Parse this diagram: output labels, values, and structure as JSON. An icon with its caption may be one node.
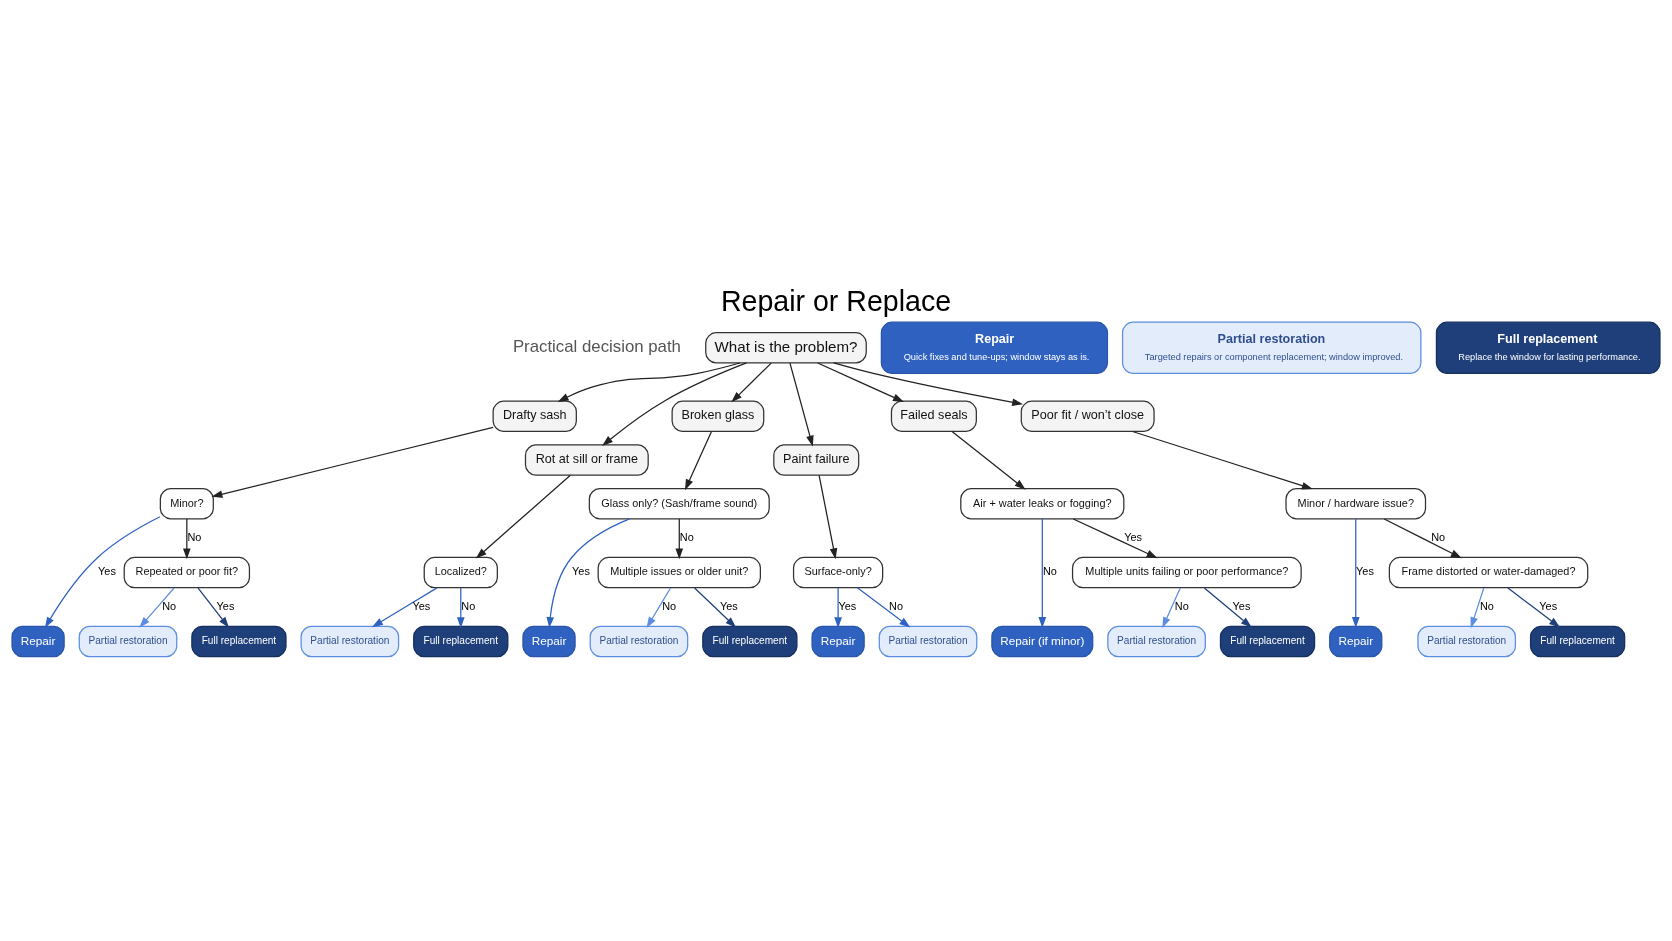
{
  "diagram": {
    "title": "Repair or Replace",
    "nodes": [
      {
        "text": [
          "What is the problem?"
        ]
      },
      {
        "text": [
          "Drafty sash"
        ]
      },
      {
        "text": [
          "Rot at sill or frame"
        ]
      },
      {
        "text": [
          "Broken glass"
        ]
      },
      {
        "text": [
          "Paint failure"
        ]
      },
      {
        "text": [
          "Failed seals"
        ]
      },
      {
        "text": [
          "Poor fit / won’t close"
        ]
      },
      {
        "text": [
          "Minor?"
        ]
      },
      {
        "text": [
          "Repair"
        ]
      },
      {
        "text": [
          "Repeated or poor fit?"
        ]
      },
      {
        "text": [
          "Partial restoration"
        ]
      },
      {
        "text": [
          "Full replacement"
        ]
      },
      {
        "text": [
          "Localized?"
        ]
      },
      {
        "text": [
          "Partial restoration"
        ]
      },
      {
        "text": [
          "Full replacement"
        ]
      },
      {
        "text": [
          "Glass only? (Sash/frame sound)"
        ]
      },
      {
        "text": [
          "Repair"
        ]
      },
      {
        "text": [
          "Multiple issues or older unit?"
        ]
      },
      {
        "text": [
          "Partial restoration"
        ]
      },
      {
        "text": [
          "Full replacement"
        ]
      },
      {
        "text": [
          "Surface-only?"
        ]
      },
      {
        "text": [
          "Repair"
        ]
      },
      {
        "text": [
          "Partial restoration"
        ]
      },
      {
        "text": [
          "Air + water leaks or fogging?"
        ]
      },
      {
        "text": [
          "Repair (if minor)"
        ]
      },
      {
        "text": [
          "Multiple units failing or poor performance?"
        ]
      },
      {
        "text": [
          "Partial restoration"
        ]
      },
      {
        "text": [
          "Full replacement"
        ]
      },
      {
        "text": [
          "Minor / hardware issue?"
        ]
      },
      {
        "text": [
          "Repair"
        ]
      },
      {
        "text": [
          "Frame distorted or water-damaged?"
        ]
      },
      {
        "text": [
          "Partial restoration"
        ]
      },
      {
        "text": [
          "Full replacement"
        ]
      },
      {
        "text": [
          "Repair",
          "Quick fixes and tune-ups; window stays as is."
        ]
      },
      {
        "text": [
          "Partial restoration",
          "Targeted repairs or component replacement; window improved."
        ]
      },
      {
        "text": [
          "Full replacement",
          "Replace the window for lasting performance."
        ]
      }
    ],
    "edges": [
      {
        "from": 0,
        "to": 1,
        "arrow": "to"
      },
      {
        "from": 0,
        "to": 2,
        "arrow": "to"
      },
      {
        "from": 0,
        "to": 3,
        "arrow": "to"
      },
      {
        "from": 0,
        "to": 4,
        "arrow": "to"
      },
      {
        "from": 0,
        "to": 5,
        "arrow": "to"
      },
      {
        "from": 0,
        "to": 6,
        "arrow": "to"
      },
      {
        "from": 1,
        "to": 7,
        "arrow": "to"
      },
      {
        "from": 7,
        "to": 8,
        "label": "Yes",
        "arrow": "to",
        "color": "#2f62c0"
      },
      {
        "from": 7,
        "to": 9,
        "label": "No",
        "arrow": "to"
      },
      {
        "from": 9,
        "to": 10,
        "label": "No",
        "arrow": "to",
        "color": "#5b8ee0"
      },
      {
        "from": 9,
        "to": 11,
        "label": "Yes",
        "arrow": "to",
        "color": "#1e3f7a"
      },
      {
        "from": 2,
        "to": 12,
        "arrow": "to"
      },
      {
        "from": 12,
        "to": 13,
        "label": "Yes",
        "arrow": "to",
        "color": "#2f62c0"
      },
      {
        "from": 12,
        "to": 14,
        "label": "No",
        "arrow": "to",
        "color": "#2f62c0"
      },
      {
        "from": 3,
        "to": 15,
        "arrow": "to"
      },
      {
        "from": 15,
        "to": 16,
        "label": "Yes",
        "arrow": "to",
        "color": "#2f62c0"
      },
      {
        "from": 15,
        "to": 17,
        "label": "No",
        "arrow": "to"
      },
      {
        "from": 17,
        "to": 18,
        "label": "No",
        "arrow": "to",
        "color": "#5b8ee0"
      },
      {
        "from": 17,
        "to": 19,
        "label": "Yes",
        "arrow": "to",
        "color": "#1e3f7a"
      },
      {
        "from": 4,
        "to": 20,
        "arrow": "to"
      },
      {
        "from": 20,
        "to": 21,
        "label": "Yes",
        "arrow": "to",
        "color": "#2f62c0"
      },
      {
        "from": 20,
        "to": 22,
        "label": "No",
        "arrow": "to",
        "color": "#2f62c0"
      },
      {
        "from": 5,
        "to": 23,
        "arrow": "to"
      },
      {
        "from": 23,
        "to": 24,
        "label": "No",
        "arrow": "to",
        "color": "#2f62c0"
      },
      {
        "from": 23,
        "to": 25,
        "label": "Yes",
        "arrow": "to"
      },
      {
        "from": 25,
        "to": 26,
        "label": "No",
        "arrow": "to",
        "color": "#5b8ee0"
      },
      {
        "from": 25,
        "to": 27,
        "label": "Yes",
        "arrow": "to",
        "color": "#1e3f7a"
      },
      {
        "from": 6,
        "to": 28,
        "arrow": "to"
      },
      {
        "from": 28,
        "to": 29,
        "label": "Yes",
        "arrow": "to",
        "color": "#2f62c0"
      },
      {
        "from": 28,
        "to": 30,
        "label": "No",
        "arrow": "to"
      },
      {
        "from": 30,
        "to": 31,
        "label": "No",
        "arrow": "to",
        "color": "#5b8ee0"
      },
      {
        "from": 30,
        "to": 32,
        "label": "Yes",
        "arrow": "to",
        "color": "#1e3f7a"
      }
    ],
    "labels": [
      "Practical decision path"
    ]
  }
}
